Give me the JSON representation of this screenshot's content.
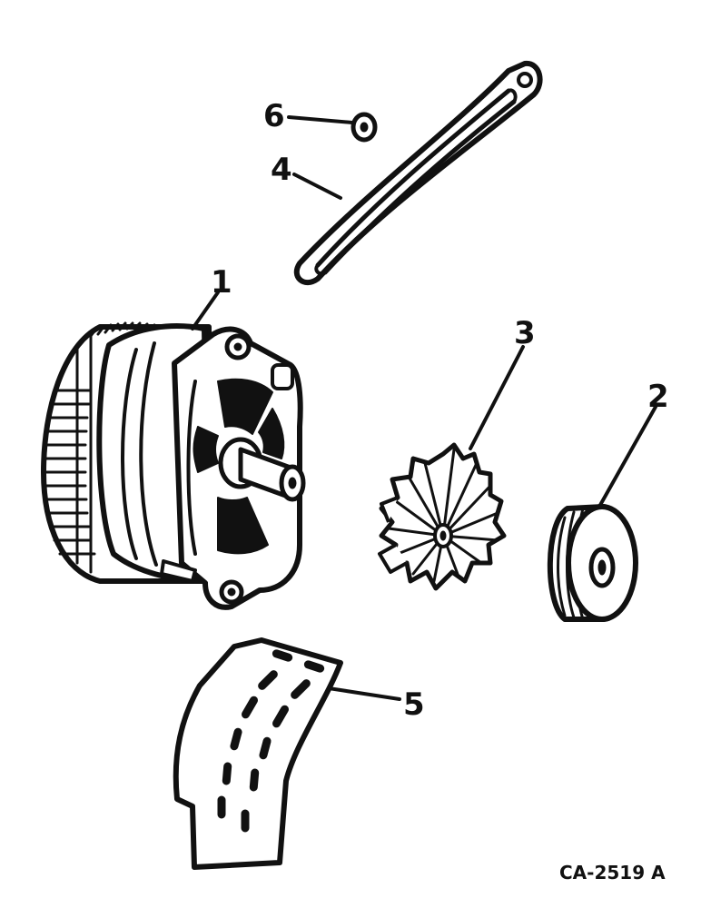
{
  "diagram": {
    "figure_code": "CA-2519 A",
    "parts": [
      {
        "id": "alternator",
        "callout": "1"
      },
      {
        "id": "pulley",
        "callout": "2"
      },
      {
        "id": "fan",
        "callout": "3"
      },
      {
        "id": "brace",
        "callout": "4"
      },
      {
        "id": "shield",
        "callout": "5"
      },
      {
        "id": "washer",
        "callout": "6"
      }
    ]
  }
}
